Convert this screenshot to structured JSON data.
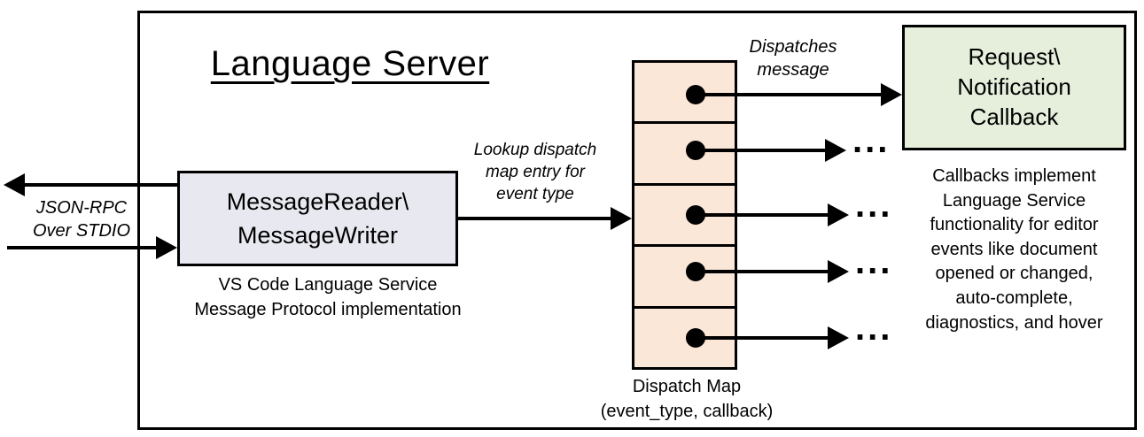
{
  "diagram": {
    "title": "Language Server",
    "stdio_label": [
      "JSON-RPC",
      "Over STDIO"
    ],
    "reader_box": {
      "label": [
        "MessageReader\\",
        "MessageWriter"
      ],
      "caption": [
        "VS Code Language Service",
        "Message Protocol implementation"
      ]
    },
    "lookup_label": [
      "Lookup dispatch",
      "map entry for",
      "event type"
    ],
    "dispatches_label": [
      "Dispatches",
      "message"
    ],
    "dispatch_map": {
      "caption": [
        "Dispatch Map",
        "(event_type, callback)"
      ],
      "row_count": 5,
      "ellipsis": "..."
    },
    "callback_box": {
      "label": [
        "Request\\",
        "Notification",
        "Callback"
      ]
    },
    "callbacks_note": [
      "Callbacks implement",
      "Language Service",
      "functionality for editor",
      "events like document",
      "opened or changed,",
      "auto-complete,",
      "diagnostics, and hover"
    ],
    "colors": {
      "reader_fill": "#E8E8F0",
      "map_fill": "#FBE7D8",
      "callback_fill": "#E6EFDC",
      "line": "#000000"
    }
  }
}
